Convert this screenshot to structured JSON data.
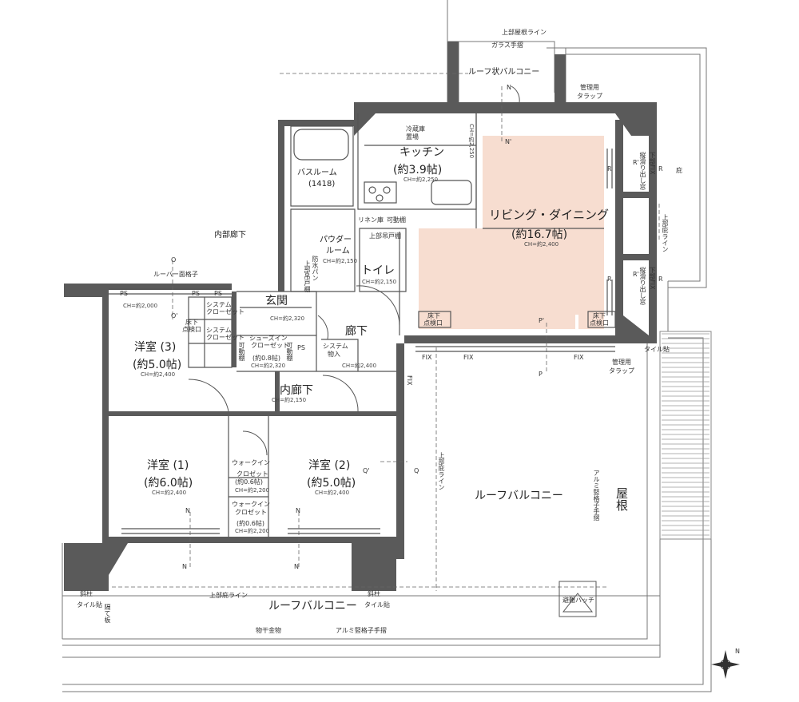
{
  "labels": {
    "upper_roof_line": "上部屋根ライン",
    "glass_rail": "ガラス手摺",
    "roof_balcony_top": "ルーフ状バルコニー",
    "mgmt_tap_1": "管理用",
    "mgmt_tap_1b": "タラップ",
    "fridge": "冷蔵庫",
    "fridge_b": "置場",
    "kitchen": "キッチン",
    "kitchen_size": "(約3.9帖)",
    "kitchen_ch": "CH=約2,250",
    "kitchen_ch_side": "CH=約2,250",
    "bath": "バスルーム",
    "bath_size": "(1418)",
    "linen": "リネン庫",
    "movable_shelf_1": "可動棚",
    "powder": "パウダー",
    "powder_b": "ルーム",
    "powder_ch": "CH=約2,150",
    "upper_shelf_toilet": "上部吊戸棚",
    "toilet": "トイレ",
    "toilet_ch": "CH=約2,150",
    "bohan": "防水パン",
    "upper_shelf_powder": "上部吊戸棚",
    "ld": "リビング・ダイニング",
    "ld_size": "(約16.7帖)",
    "ld_ch": "CH=約2,400",
    "inner_corr_top": "内部廊下",
    "louver": "ルーバー面格子",
    "ps1": "PS",
    "ps2": "PS",
    "ps3": "PS",
    "ch2000": "CH=約2,000",
    "sys_closet_1": "システム",
    "sys_closet_1b": "クローゼット",
    "floor_hatch_1": "床下",
    "floor_hatch_1b": "点検口",
    "sys_closet_2": "システム",
    "sys_closet_2b": "クローゼット",
    "genkan": "玄関",
    "genkan_ch": "CH=約2,320",
    "shoes_in": "シューズイン",
    "shoes_in_b": "クローゼット",
    "shoes_size": "(約0.8帖)",
    "shoes_ch": "CH=約2,320",
    "movable_shelf_2": "可動棚",
    "movable_shelf_3": "可動棚",
    "ps_corr": "PS",
    "system_storage": "システム",
    "system_storage_b": "物入",
    "rouka": "廊下",
    "rouka_ch": "CH=約2,400",
    "floor_hatch_2": "床下",
    "floor_hatch_2b": "点検口",
    "floor_hatch_3": "床下",
    "floor_hatch_3b": "点検口",
    "fix1": "FIX",
    "fix2": "FIX",
    "fix3": "FIX",
    "fix4": "FIX",
    "mgmt_tap_2": "管理用",
    "mgmt_tap_2b": "タラップ",
    "r3": "洋室 (3)",
    "r3_size": "(約5.0帖)",
    "r3_ch": "CH=約2,400",
    "inner_corr": "内廊下",
    "inner_corr_ch": "CH=約2,150",
    "r1": "洋室 (1)",
    "r1_size": "(約6.0帖)",
    "r1_ch": "CH=約2,400",
    "walkin": "ウォークイン",
    "walkin_cl": "クロゼット",
    "walkin_size": "(約0.6帖)",
    "walkin_ch": "CH=約2,200",
    "walkin2": "ウォークイン",
    "walkin2_cl": "クロゼット",
    "walkin2_size": "(約0.6帖)",
    "walkin2_ch": "CH=約2,200",
    "r2": "洋室 (2)",
    "r2_size": "(約5.0帖)",
    "r2_ch": "CH=約2,400",
    "roof_balcony_main": "ルーフバルコニー",
    "roof": "屋根",
    "upper_eave_right": "上部庇ライン",
    "upper_eave_mid": "上部庇ライン",
    "upper_eave_bottom": "上部庇ライン",
    "eave": "庇",
    "alum_rail_v": "アルミ竪格子手摺",
    "hatch": "避難ハッチ",
    "roof_balcony_bottom": "ルーフバルコニー",
    "slant1": "斜柱",
    "slant2": "斜柱",
    "tile1": "タイル貼",
    "tile2": "タイル貼",
    "tile3": "タイル貼",
    "partition": "隔て板",
    "laundry": "物干金物",
    "alum_rail_h": "アルミ竪格子手摺",
    "kobore": "縦滑り出し窓",
    "kobore2": "縦滑り出し窓",
    "fix_side1": "下部FIX",
    "fix_side2": "下部FIX",
    "mark_n": "N",
    "mark_n2": "N'",
    "mark_o": "O",
    "mark_o2": "O'",
    "mark_p": "P",
    "mark_p2": "P'",
    "mark_q": "Q",
    "mark_q2": "Q'",
    "mark_n3": "N",
    "mark_n4": "N",
    "mark_n5": "N",
    "mark_n6": "N",
    "mark_r1": "R",
    "mark_r2": "R",
    "mark_r3": "R",
    "mark_r4": "R",
    "mark_r5": "R'",
    "mark_r6": "R'",
    "compass_n": "N"
  },
  "colors": {
    "wall": "#5a5a5a",
    "ld_fill": "#f7ddd0",
    "line": "#555555"
  }
}
